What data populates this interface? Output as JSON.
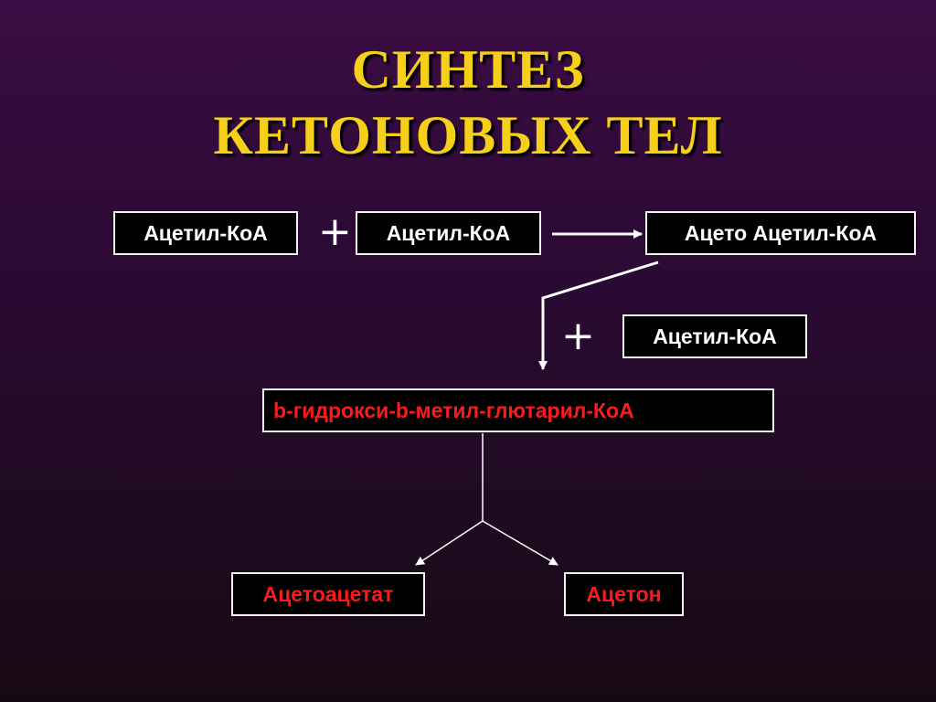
{
  "title": {
    "line1": "СИНТЕЗ",
    "line2": "КЕТОНОВЫХ ТЕЛ"
  },
  "nodes": {
    "acetyl_coa_1": "Ацетил-КоА",
    "acetyl_coa_2": "Ацетил-КоА",
    "acetoacetyl_coa": "Ацето Ацетил-КоА",
    "acetyl_coa_3": "Ацетил-КоА",
    "hmg_coa": "b-гидрокси-b-метил-глютарил-КоА",
    "acetoacetate": "Ацетоацетат",
    "acetone": "Ацетон"
  },
  "symbols": {
    "plus": "+"
  },
  "colors": {
    "title": "#f5cf1a",
    "highlight": "#ff1a1a",
    "text": "#ffffff"
  }
}
